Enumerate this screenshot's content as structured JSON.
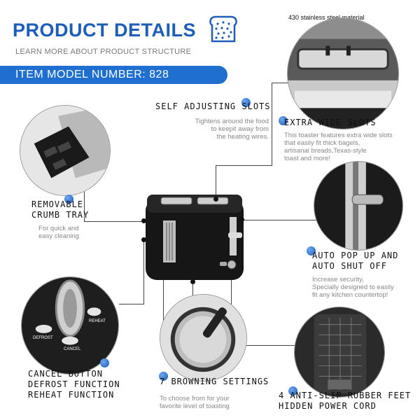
{
  "header": {
    "title": "PRODUCT DETAILS",
    "subtitle": "LEARN MORE ABOUT PRODUCT STRUCTURE",
    "model": "ITEM MODEL NUMBER: 828"
  },
  "material_label": "430 stainless steel material",
  "features": {
    "self_adjusting": {
      "title": "SELF ADJUSTING SLOTS",
      "desc": [
        "Tightens around the food",
        "to keepit away from",
        "the heating wires."
      ]
    },
    "extra_wide": {
      "title": "EXTRA WIDE SLOTS",
      "desc": [
        "This toaster features extra wide slots",
        "that easily fit thick bagels,",
        "artisanal breads,Texas-style",
        "toast and more!"
      ]
    },
    "crumb_tray": {
      "title": [
        "REMOVABLE",
        "CRUMB TRAY"
      ],
      "desc": [
        "For quick and",
        "easy cleaning"
      ]
    },
    "auto_pop": {
      "title": [
        "AUTO POP UP AND",
        "AUTO SHUT OFF"
      ],
      "desc": [
        "Increase security,",
        "Specially designed to easily",
        "fit any kitchen countertop!"
      ]
    },
    "buttons": {
      "title": [
        "CANCEL BUTTON",
        "DEFROST FUNCTION",
        "REHEAT FUNCTION"
      ]
    },
    "browning": {
      "title": "7 BROWNING SETTINGS",
      "desc": [
        "To choose from for your",
        "favorite level of toasting"
      ]
    },
    "feet": {
      "title": [
        "4 ANTI-SLIP RUBBER FEET",
        "HIDDEN POWER CORD"
      ]
    }
  },
  "panel_labels": {
    "defrost": "DEFROST",
    "cancel": "CANCEL",
    "reheat": "REHEAT"
  },
  "colors": {
    "brand_blue": "#1f5eb8",
    "bar_blue": "#1f6fd0"
  }
}
